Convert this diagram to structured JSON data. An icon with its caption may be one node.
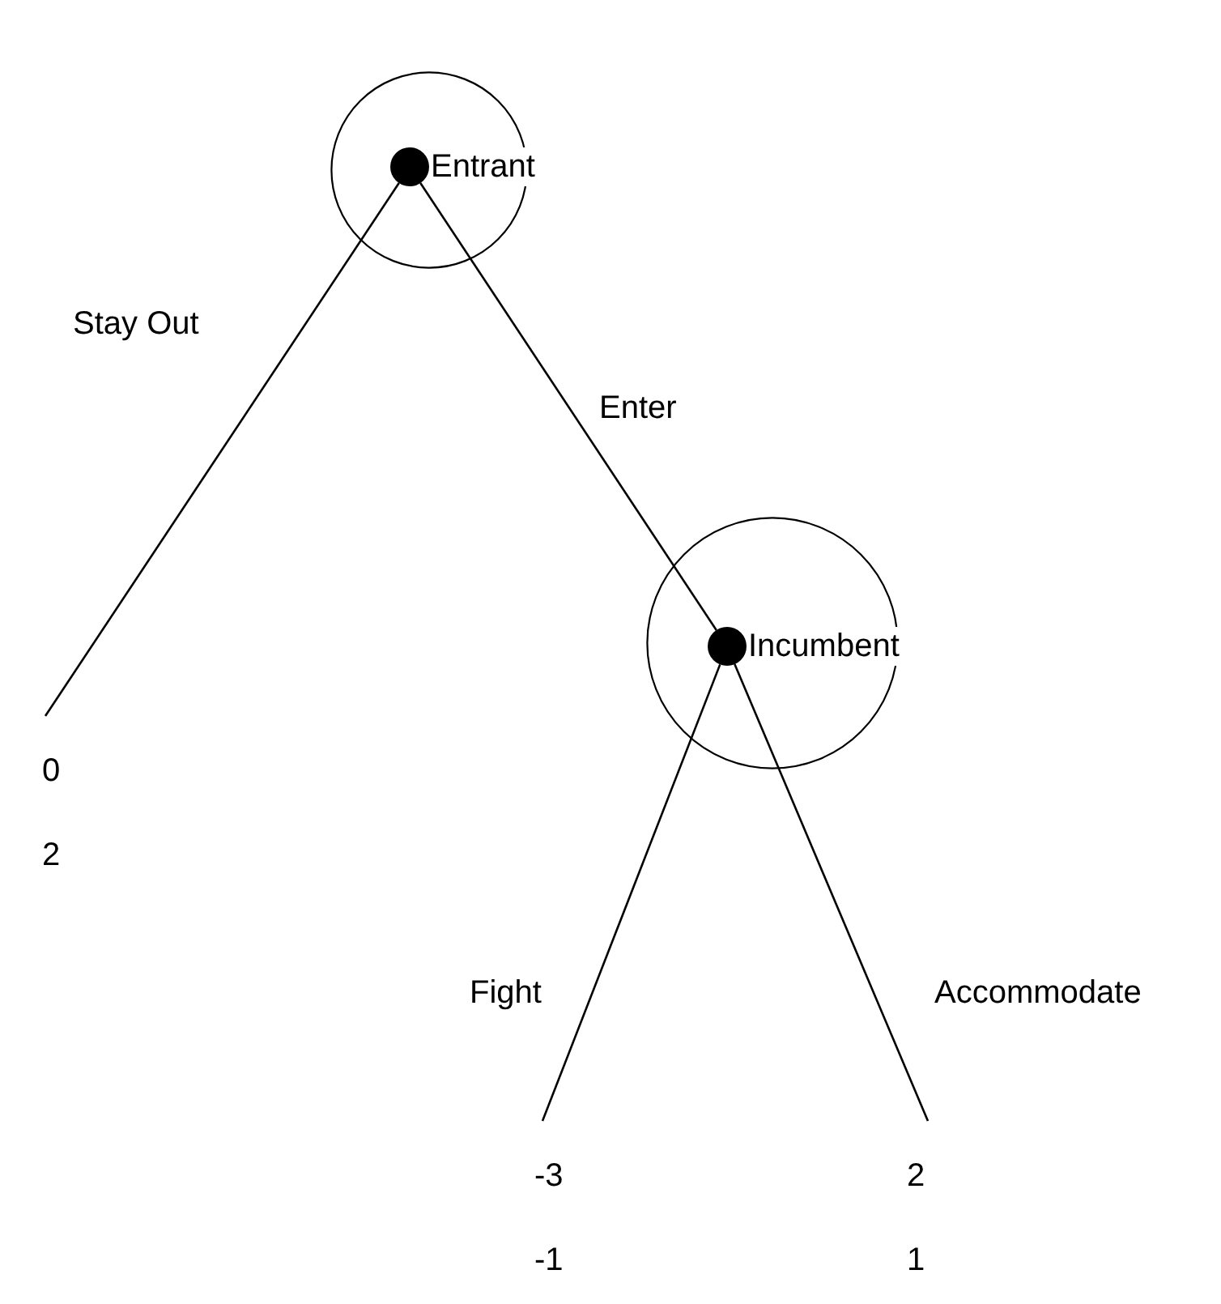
{
  "diagram": {
    "nodes": [
      {
        "text": [],
        "shape": "circle"
      },
      {
        "text": [],
        "shape": "dot",
        "in": 0,
        "beside": [
          "Entrant"
        ]
      },
      {
        "text": [
          "0",
          "2"
        ]
      },
      {
        "text": [],
        "shape": "circle"
      },
      {
        "text": [],
        "shape": "dot",
        "in": 3,
        "beside": [
          "Incumbent"
        ]
      },
      {
        "text": [
          "-3",
          "-1"
        ]
      },
      {
        "text": [
          "2",
          "1"
        ]
      }
    ],
    "edges": [
      {
        "from": 1,
        "to": 2,
        "arrow": "none",
        "label": "Stay Out"
      },
      {
        "from": 1,
        "to": 4,
        "arrow": "none",
        "label": "Enter"
      },
      {
        "from": 4,
        "to": 5,
        "arrow": "none",
        "label": "Fight"
      },
      {
        "from": 4,
        "to": 6,
        "arrow": "none",
        "label": "Accommodate"
      }
    ]
  }
}
